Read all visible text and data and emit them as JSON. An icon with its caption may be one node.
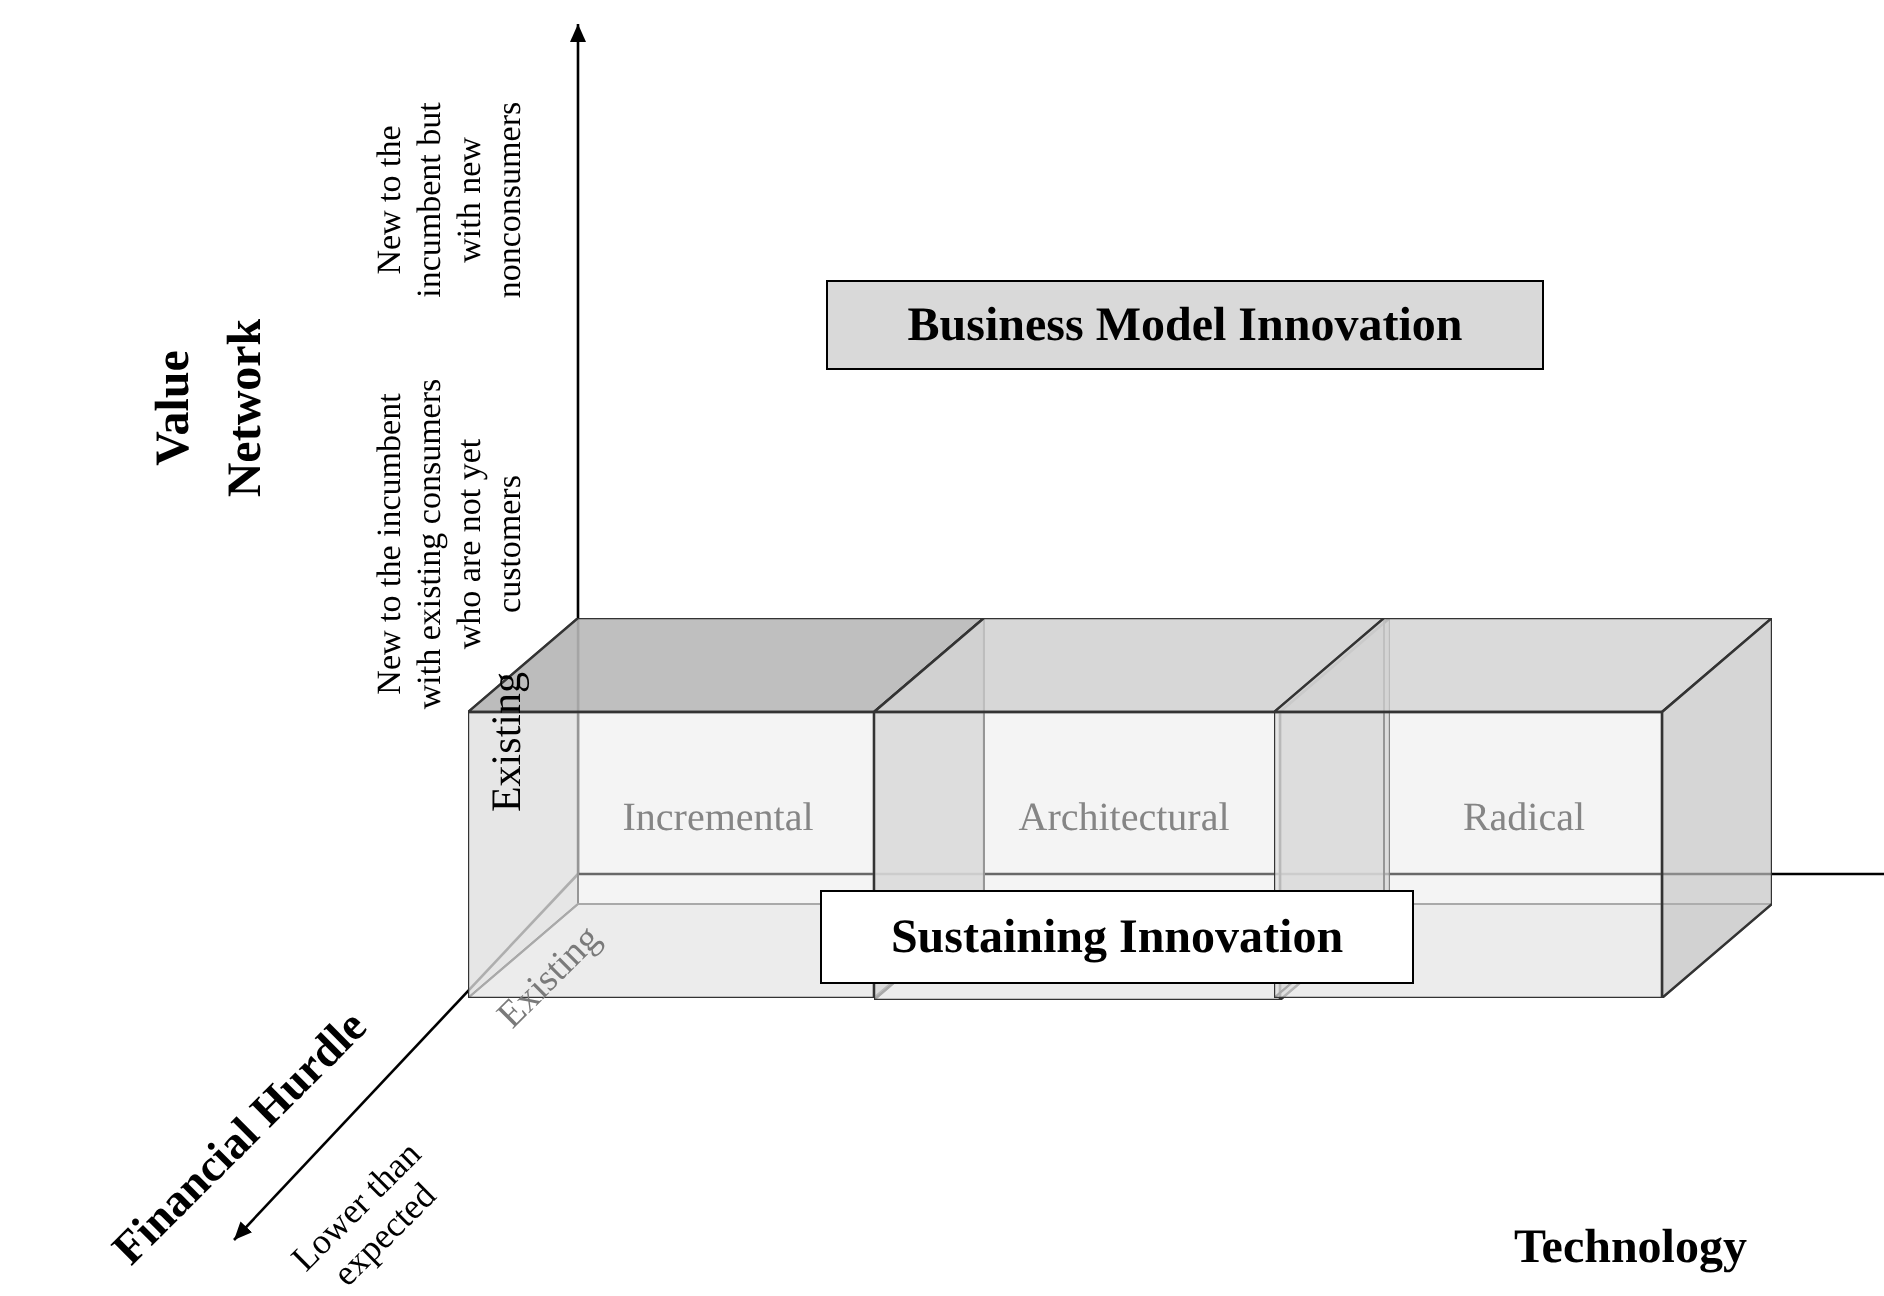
{
  "diagram": {
    "nodes": [
      {
        "text": [
          "Business Model Innovation"
        ]
      },
      {
        "text": [
          "Incremental"
        ]
      },
      {
        "text": [
          "Architectural"
        ]
      },
      {
        "text": [
          "Radical"
        ]
      },
      {
        "text": [
          "Sustaining Innovation"
        ]
      }
    ],
    "labels": [
      "New to the incumbent but with new nonconsumers",
      "Value Network",
      "New to the incumbent with existing consumers who are not yet customers",
      "Existing",
      "Existing",
      "Financial Hurdle",
      "Lower than expected",
      "Technology"
    ]
  }
}
